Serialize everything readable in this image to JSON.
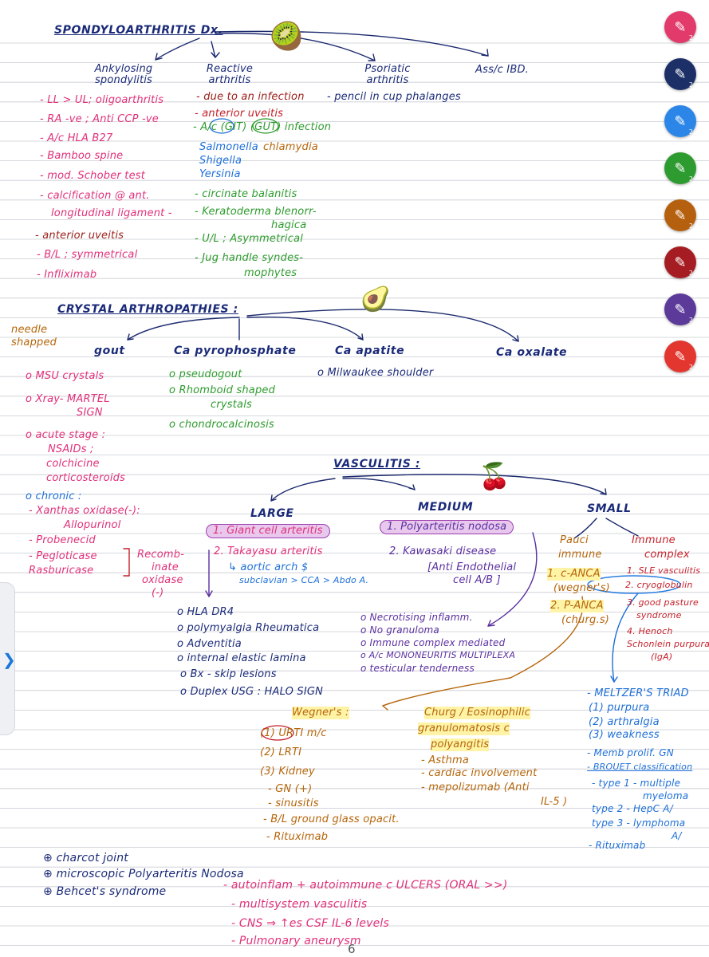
{
  "page_number": "6",
  "toolbar": {
    "pens": [
      {
        "color": "#e23a6a",
        "badge": "2",
        "name": "pink-pen-tool"
      },
      {
        "color": "#1c2f66",
        "badge": "2",
        "name": "navy-pen-tool"
      },
      {
        "color": "#2b86e8",
        "badge": "2",
        "name": "blue-pen-tool"
      },
      {
        "color": "#2e9b30",
        "badge": "2",
        "name": "green-pen-tool"
      },
      {
        "color": "#b5600e",
        "badge": "2",
        "name": "brown-pen-tool"
      },
      {
        "color": "#a51d22",
        "badge": "2",
        "name": "dark-red-pen-tool"
      },
      {
        "color": "#5b3a9a",
        "badge": "2",
        "name": "purple-pen-tool"
      },
      {
        "color": "#e2362f",
        "badge": "2",
        "name": "red-pen-tool"
      }
    ]
  },
  "sidebar": {
    "handle_icon": "chevron-right-icon"
  },
  "spondylo": {
    "title": "SPONDYLOARTHRITIS Dx.",
    "col1": {
      "heading": "Ankylosing spondylitis",
      "items": [
        "- LL > UL; oligoarthritis",
        "- RA -ve ; Anti CCP -ve",
        "- A/c HLA B27",
        "- Bamboo spine",
        "- mod. Schober test",
        "- calcification @ ant.",
        "longitudinal ligament -",
        "- anterior uveitis",
        "- B/L ; symmetrical",
        "- Infliximab"
      ]
    },
    "col2": {
      "heading": "Reactive arthritis",
      "items": [
        "- due to an infection",
        "- anterior uveitis",
        "- A/c (GIT) (GUT) infection",
        "Salmonella",
        "Shigella",
        "Yersinia",
        "chlamydia",
        "- circinate balanitis",
        "- Keratoderma blenorr-",
        "hagica",
        "- U/L ; Asymmetrical",
        "- Jug handle syndes-",
        "mophytes"
      ]
    },
    "col3": {
      "heading": "Psoriatic arthritis",
      "items": [
        "- pencil in cup phalanges"
      ]
    },
    "col4": {
      "heading": "Ass/c IBD."
    }
  },
  "crystal": {
    "title": "CRYSTAL ARTHROPATHIES :",
    "side_note": [
      "needle",
      "shapped"
    ],
    "gout": {
      "heading": "gout",
      "items": [
        "o MSU crystals",
        "o Xray- MARTEL",
        "SIGN",
        "o acute stage :",
        "NSAIDs ;",
        "colchicine",
        "corticosteroids",
        "o chronic :",
        "- Xanthas oxidase(-):",
        "Allopurinol",
        "- Probenecid",
        "- Pegloticase",
        "Rasburicase"
      ],
      "bracket_note": [
        "Recomb-",
        "inate",
        "oxidase",
        "(-)"
      ]
    },
    "capyro": {
      "heading": "Ca pyrophosphate",
      "items": [
        "o pseudogout",
        "o Rhomboid shaped",
        "crystals",
        "o chondrocalcinosis"
      ]
    },
    "caapatite": {
      "heading": "Ca apatite",
      "items": [
        "o Milwaukee shoulder"
      ]
    },
    "caoxalate": {
      "heading": "Ca oxalate"
    }
  },
  "vasculitis": {
    "title": "VASCULITIS :",
    "large": {
      "heading": "LARGE",
      "items": [
        "1. Giant cell arteritis",
        "2. Takayasu arteritis",
        "↳ aortic arch $",
        "subclavian > CCA > Abdo A."
      ],
      "features": [
        "o HLA DR4",
        "o polymyalgia Rheumatica",
        "o Adventitia",
        "o internal elastic lamina",
        "o Bx - skip lesions",
        "o Duplex USG : HALO SIGN"
      ]
    },
    "medium": {
      "heading": "MEDIUM",
      "items": [
        "1. Polyarteritis nodosa",
        "2. Kawasaki disease",
        "[Anti Endothelial",
        "cell A/B ]"
      ],
      "features": [
        "o Necrotising inflamm.",
        "o No granuloma",
        "o Immune complex mediated",
        "o A/c MONONEURITIS MULTIPLEXA",
        "o testicular tenderness"
      ]
    },
    "small": {
      "heading": "SMALL",
      "pauci": {
        "heading": [
          "Pauci",
          "immune"
        ],
        "items": [
          "1. c-ANCA",
          "(wegner's)",
          "2. P-ANCA",
          "(churg.s)"
        ]
      },
      "immune": {
        "heading": [
          "Immune",
          "complex"
        ],
        "items": [
          "1. SLE vasculitis",
          "2. cryoglobulin",
          "3. good pasture",
          "syndrome",
          "4. Henoch",
          "Schonlein purpura",
          "(IgA)"
        ]
      },
      "meltzer": [
        "- MELTZER'S TRIAD",
        "(1) purpura",
        "(2) arthralgia",
        "(3) weakness",
        "- Memb prolif. GN",
        "- BROUET classification",
        "- type 1 - multiple",
        "myeloma",
        "type 2 - HepC A/",
        "type 3 - lymphoma",
        "A/",
        "- Rituximab"
      ]
    },
    "wegners": {
      "heading": "Wegner's :",
      "items": [
        "(1) URTI m/c",
        "(2) LRTI",
        "(3) Kidney",
        "- GN (+)",
        "- sinusitis",
        "- B/L ground glass opacit.",
        "- Rituximab"
      ]
    },
    "churg": {
      "heading": [
        "Churg / Eosinophilic",
        "granulomatosis c",
        "polyangitis"
      ],
      "items": [
        "- Asthma",
        "- cardiac involvement",
        "- mepolizumab (Anti",
        "IL-5 )"
      ]
    }
  },
  "footer": {
    "items": [
      "⊕ charcot joint",
      "⊕ microscopic Polyarteritis Nodosa",
      "⊕ Behcet's syndrome"
    ],
    "behcet": [
      "- autoinflam + autoimmune c ULCERS (ORAL >>)",
      "- multisystem vasculitis",
      "- CNS ⇒ ↑es CSF IL-6 levels",
      "- Pulmonary aneurysm"
    ]
  }
}
